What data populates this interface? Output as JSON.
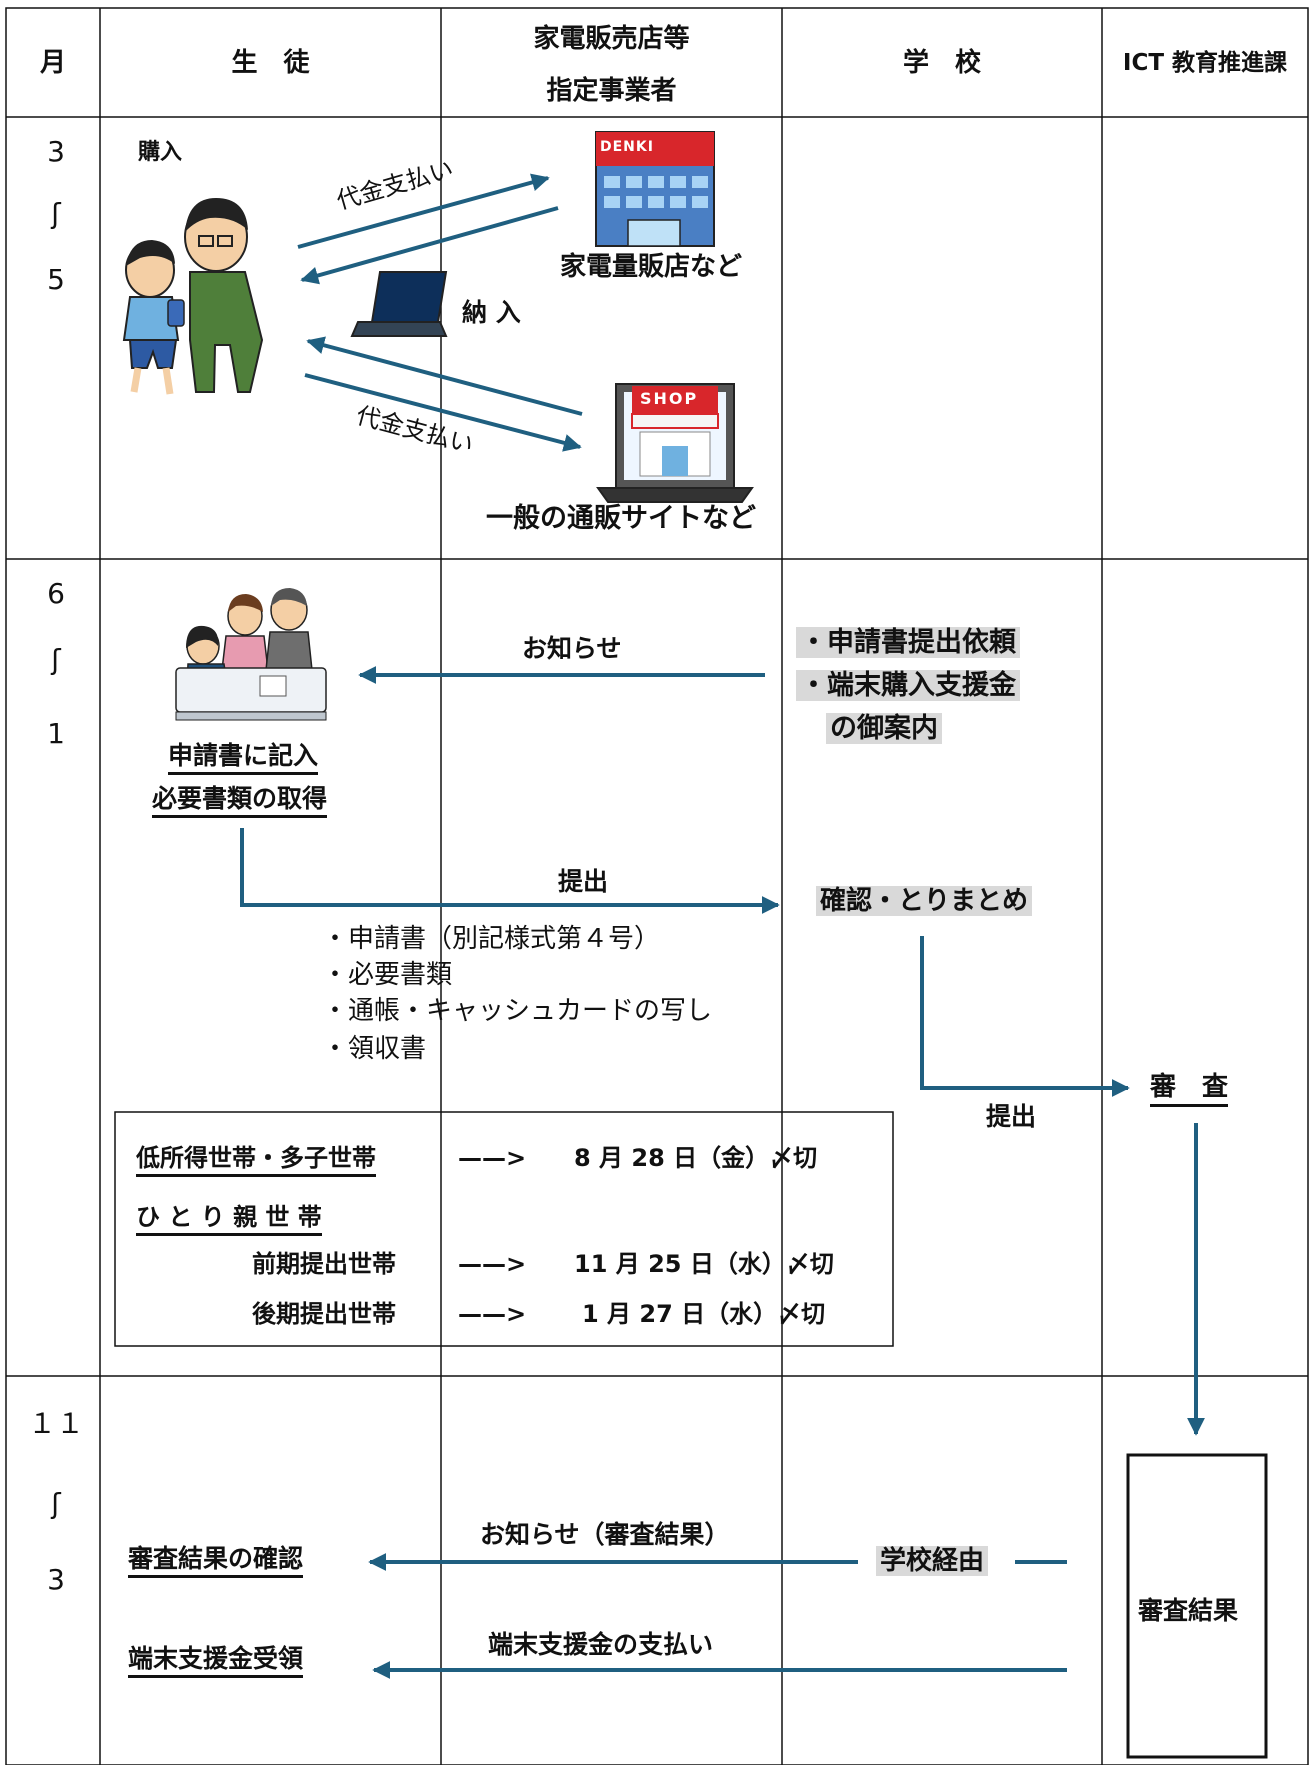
{
  "header": {
    "month": "月",
    "student": "生　徒",
    "vendor_line1": "家電販売店等",
    "vendor_line2": "指定事業者",
    "school": "学　校",
    "ict": "ICT 教育推進課"
  },
  "row1": {
    "month": [
      "3",
      "ʃ",
      "5"
    ],
    "purchase": "購入",
    "payment_top": "代金支払い",
    "delivery": "納 入",
    "payment_bottom": "代金支払い",
    "store_sign": "DENKI",
    "store_label": "家電量販店など",
    "shop_sign": "SHOP",
    "shop_label": "一般の通販サイトなど"
  },
  "row2": {
    "month": [
      "6",
      "ʃ",
      "1"
    ],
    "notice": "お知らせ",
    "school_items": [
      "・申請書提出依頼",
      "・端末購入支援金",
      "の御案内"
    ],
    "fill_form": "申請書に記入",
    "get_docs": "必要書類の取得",
    "submit": "提出",
    "confirm": "確認・とりまとめ",
    "docs": [
      "・申請書（別記様式第４号）",
      "・必要書類",
      "・通帳・キャッシュカードの写し",
      "・領収書"
    ],
    "submit2": "提出",
    "review": "審　査",
    "deadlines": {
      "low_income": "低所得世帯・多子世帯",
      "single_parent": "ひ と り 親 世 帯",
      "first_half": "前期提出世帯",
      "second_half": "後期提出世帯",
      "arrow": "——>",
      "date1": "8 月 28 日（金）〆切",
      "date2": "11 月 25 日（水）〆切",
      "date3": "1 月 27 日（水）〆切"
    }
  },
  "row3": {
    "month": [
      "１１",
      "ʃ",
      "3"
    ],
    "notice_result": "お知らせ（審査結果）",
    "via_school": "学校経由",
    "confirm_result": "審査結果の確認",
    "payment": "端末支援金の支払い",
    "receive": "端末支援金受領",
    "result_box": "審査結果"
  },
  "colors": {
    "arrow": "#1f5f80",
    "shade": "#d9d9d9",
    "line": "#111111"
  }
}
